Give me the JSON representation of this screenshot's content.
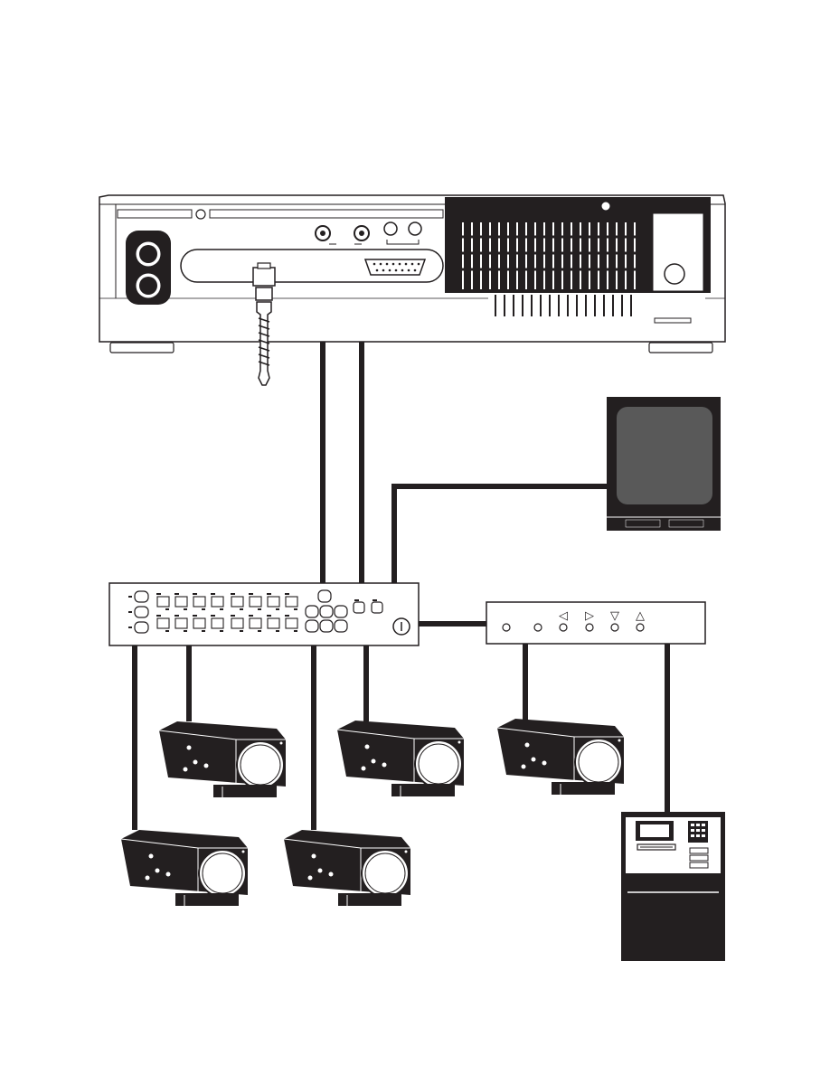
{
  "diagram": {
    "colors": {
      "ink": "#231f20",
      "paper": "#ffffff",
      "screen": "#595959"
    },
    "components": [
      {
        "id": "vcr",
        "kind": "time-lapse-recorder",
        "icon": "recorder-rear-panel-icon"
      },
      {
        "id": "multiplexer",
        "kind": "multiplexer",
        "icon": "multiplexer-front-panel-icon"
      },
      {
        "id": "monitor",
        "kind": "monitor",
        "icon": "monitor-icon"
      },
      {
        "id": "controller",
        "kind": "pan-tilt-controller",
        "icon": "controller-icon",
        "arrow_buttons": [
          "◁",
          "▷",
          "▽",
          "△"
        ]
      },
      {
        "id": "camera-1",
        "kind": "camera",
        "icon": "camera-icon"
      },
      {
        "id": "camera-2",
        "kind": "camera",
        "icon": "camera-icon"
      },
      {
        "id": "camera-3",
        "kind": "camera",
        "icon": "camera-icon"
      },
      {
        "id": "camera-4",
        "kind": "camera",
        "icon": "camera-icon"
      },
      {
        "id": "camera-5",
        "kind": "camera",
        "icon": "camera-icon"
      },
      {
        "id": "atm",
        "kind": "atm-terminal",
        "icon": "atm-icon"
      }
    ],
    "connections": [
      {
        "from": "vcr",
        "to": "multiplexer"
      },
      {
        "from": "vcr",
        "to": "multiplexer"
      },
      {
        "from": "monitor",
        "to": "multiplexer"
      },
      {
        "from": "multiplexer",
        "to": "controller"
      },
      {
        "from": "multiplexer",
        "to": "camera-4"
      },
      {
        "from": "multiplexer",
        "to": "camera-1"
      },
      {
        "from": "multiplexer",
        "to": "camera-5"
      },
      {
        "from": "multiplexer",
        "to": "camera-2"
      },
      {
        "from": "controller",
        "to": "camera-3"
      },
      {
        "from": "controller",
        "to": "atm"
      }
    ]
  }
}
